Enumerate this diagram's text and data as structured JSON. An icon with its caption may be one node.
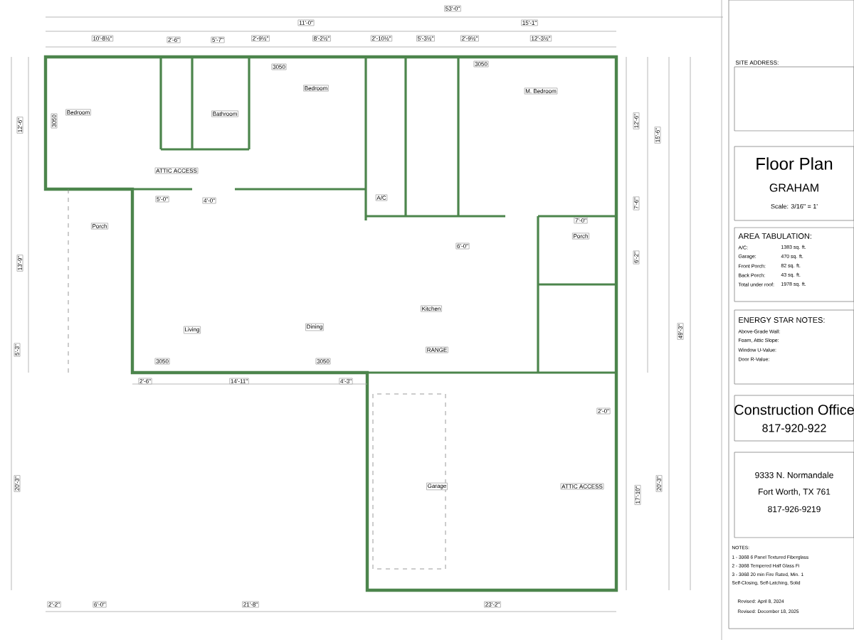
{
  "diagram": {
    "nodes": [
      {
        "text": [
          "SITE ADDRESS:"
        ]
      },
      {
        "text": [
          "Floor Plan",
          "GRAHAM",
          "Scale: 3/16\" = 1'"
        ]
      },
      {
        "text": [
          "AREA TABULATION:",
          "A/C:",
          "1383 sq. ft.",
          "Garage:",
          "470 sq. ft.",
          "Front Porch:",
          "82 sq. ft.",
          "Back Porch:",
          "43 sq. ft.",
          "Total under roof:",
          "1978 sq. ft."
        ]
      },
      {
        "text": [
          "ENERGY STAR NOTES:",
          "Above-Grade Wall:",
          "Foam, Attic Slope:",
          "Window U-Value:",
          "Door R-Value:"
        ]
      },
      {
        "text": [
          "Construction Office",
          "817-920-922"
        ]
      },
      {
        "text": [
          "9333 N. Normandale",
          "Fort Worth, TX 761",
          "817-926-9219"
        ]
      }
    ],
    "labels": [
      "53'-0\"",
      "11'-0\"",
      "15'-1\"",
      "10'-8½\"",
      "2'-6\"",
      "5'-7\"",
      "2'-9½\"",
      "8'-2½\"",
      "2'-10½\"",
      "5'-3½\"",
      "2'-9½\"",
      "12'-3½\"",
      "12'-6\"",
      "12'-6\"",
      "15'-6\"",
      "Bedroom",
      "Bathroom",
      "Bedroom",
      "M. Bedroom",
      "ATTIC ACCESS",
      "5'-0\"",
      "4'-0\"",
      "A/C",
      "6'-0\"",
      "7'-0\"",
      "Porch",
      "Porch",
      "7'-6\"",
      "6'-2\"",
      "49'-3\"",
      "Living",
      "Dining",
      "Kitchen",
      "RANGE",
      "3050",
      "3050",
      "2'-6\"",
      "14'-11\"",
      "4'-3\"",
      "5'-3\"",
      "20'-3\"",
      "Garage",
      "ATTIC ACCESS",
      "17'-10\"",
      "20'-3\"",
      "2'-0\"",
      "2'-2\"",
      "6'-0\"",
      "21'-8\"",
      "23'-2\"",
      "13'-9\"",
      "3050",
      "3050",
      "3050",
      "NOTES:",
      "1 - 3068 6 Panel Textured Fiberglass",
      "2 - 3068 Tempered Half Glass Fi",
      "3 - 3068 20 min Fire Rated, Min. 1",
      "Self-Closing, Self-Latching, Solid",
      "Revised: April 8, 2024",
      "Revised: December 18, 2025"
    ]
  }
}
